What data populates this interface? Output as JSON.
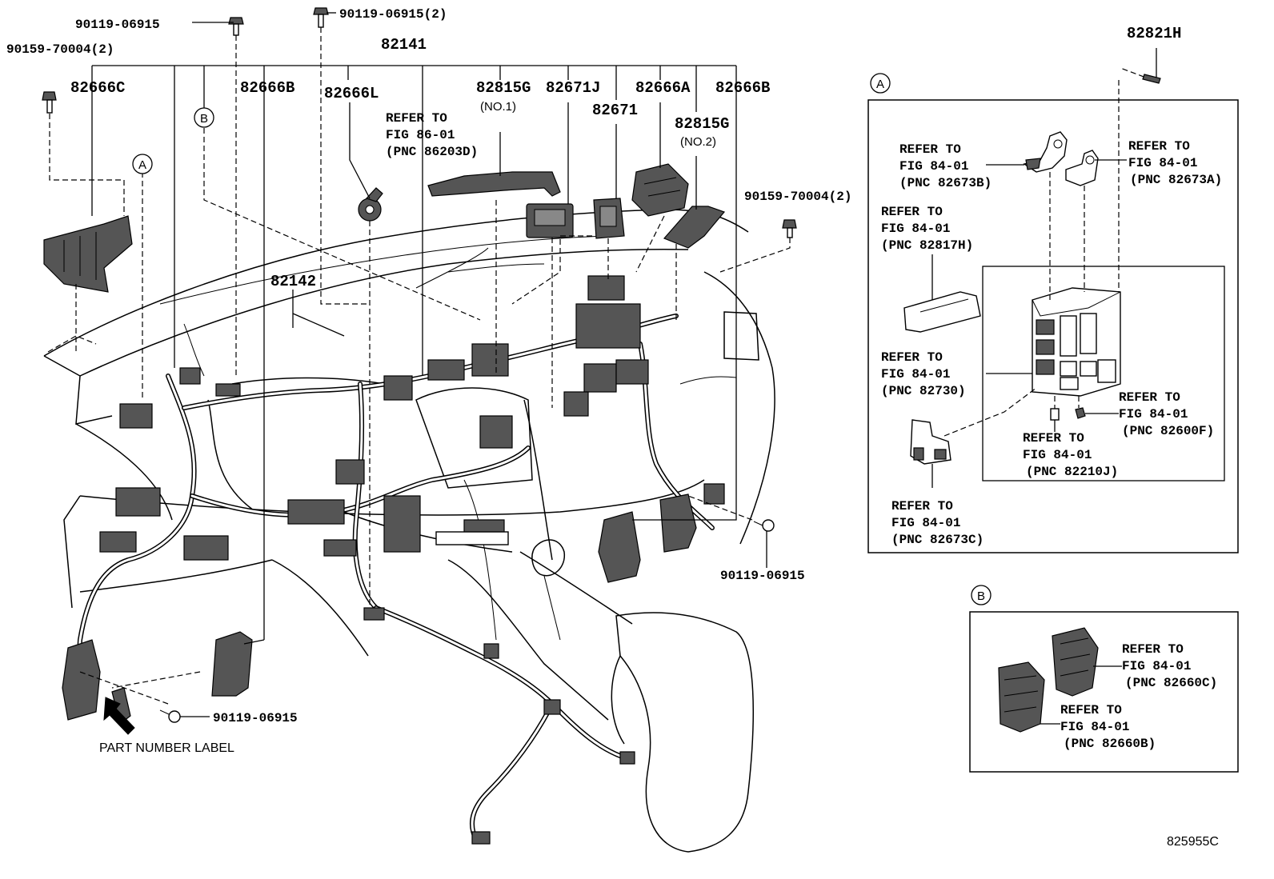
{
  "labels": {
    "p82141": "82141",
    "p82142": "82142",
    "p82666C": "82666C",
    "p82666B_left": "82666B",
    "p82666L": "82666L",
    "p82815G_no1": "82815G",
    "p82815G_no1_note": "(NO.1)",
    "p82671J": "82671J",
    "p82671": "82671",
    "p82666A": "82666A",
    "p82666B_right": "82666B",
    "p82815G_no2": "82815G",
    "p82815G_no2_note": "(NO.2)",
    "p82821H": "82821H",
    "bolt_top1": "90119-06915",
    "bolt_top2": "90119-06915(2)",
    "bolt_left": "90159-70004(2)",
    "bolt_right": "90159-70004(2)",
    "bolt_mid_right": "90119-06915",
    "bolt_bottom": "90119-06915",
    "part_number_label": "PART NUMBER LABEL",
    "figure_code": "825955C"
  },
  "callouts": {
    "A": "A",
    "B": "B"
  },
  "refers": {
    "fig86": [
      "REFER TO",
      "FIG 86-01",
      "(PNC 86203D)"
    ],
    "r82673B": [
      "REFER TO",
      "FIG 84-01",
      "(PNC 82673B)"
    ],
    "r82673A": [
      "REFER TO",
      "FIG 84-01",
      "(PNC 82673A)"
    ],
    "r82817H": [
      "REFER TO",
      "FIG 84-01",
      "(PNC 82817H)"
    ],
    "r82730": [
      "REFER TO",
      "FIG 84-01",
      "(PNC 82730)"
    ],
    "r82600F": [
      "REFER TO",
      "FIG 84-01",
      "(PNC 82600F)"
    ],
    "r82210J": [
      "REFER TO",
      "FIG 84-01",
      "(PNC 82210J)"
    ],
    "r82673C": [
      "REFER TO",
      "FIG 84-01",
      "(PNC 82673C)"
    ],
    "r82660C": [
      "REFER TO",
      "FIG 84-01",
      "(PNC 82660C)"
    ],
    "r82660B": [
      "REFER TO",
      "FIG 84-01",
      "(PNC 82660B)"
    ]
  }
}
